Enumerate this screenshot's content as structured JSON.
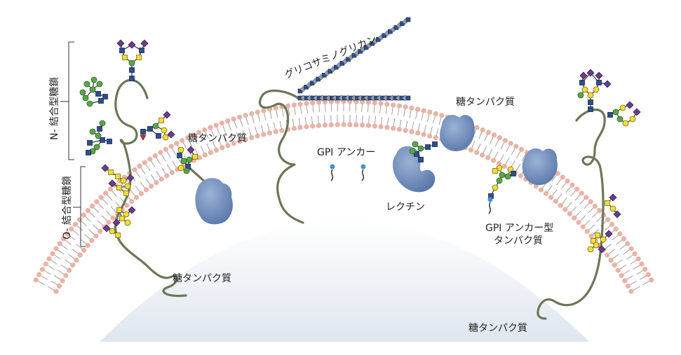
{
  "labels": {
    "n_glycan": "N- 結合型糖鎖",
    "o_glycan": "O- 結合型糖鎖",
    "glycosaminoglycan": "グリコサミノグリカン",
    "gpi_anchor": "GPI アンカー",
    "lectin": "レクチン",
    "gpi_protein_line1": "GPI アンカー型",
    "gpi_protein_line2": "タンパク質",
    "glycoprotein_upper_left": "糖タンパク質",
    "glycoprotein_lower_left": "糖タンパク質",
    "glycoprotein_upper_right": "糖タンパク質",
    "glycoprotein_lower_right": "糖タンパク質"
  },
  "colors": {
    "membrane_head": "#e8b3a6",
    "membrane_tail": "#8a8a8a",
    "protein": "#6f8fbf",
    "protein_chain": "#6b7758",
    "sugar_green": "#5aa64a",
    "sugar_yellow": "#f1dc3a",
    "sugar_blue": "#2d4f8c",
    "sugar_purple": "#6a3d8f",
    "sugar_gray": "#9aa0a6",
    "sugar_red": "#c0392b",
    "cell_interior": "#dfe6ee"
  },
  "icons": [
    "protein-blob",
    "glycan-tree",
    "lipid-bilayer",
    "gpi-anchor-icon"
  ]
}
